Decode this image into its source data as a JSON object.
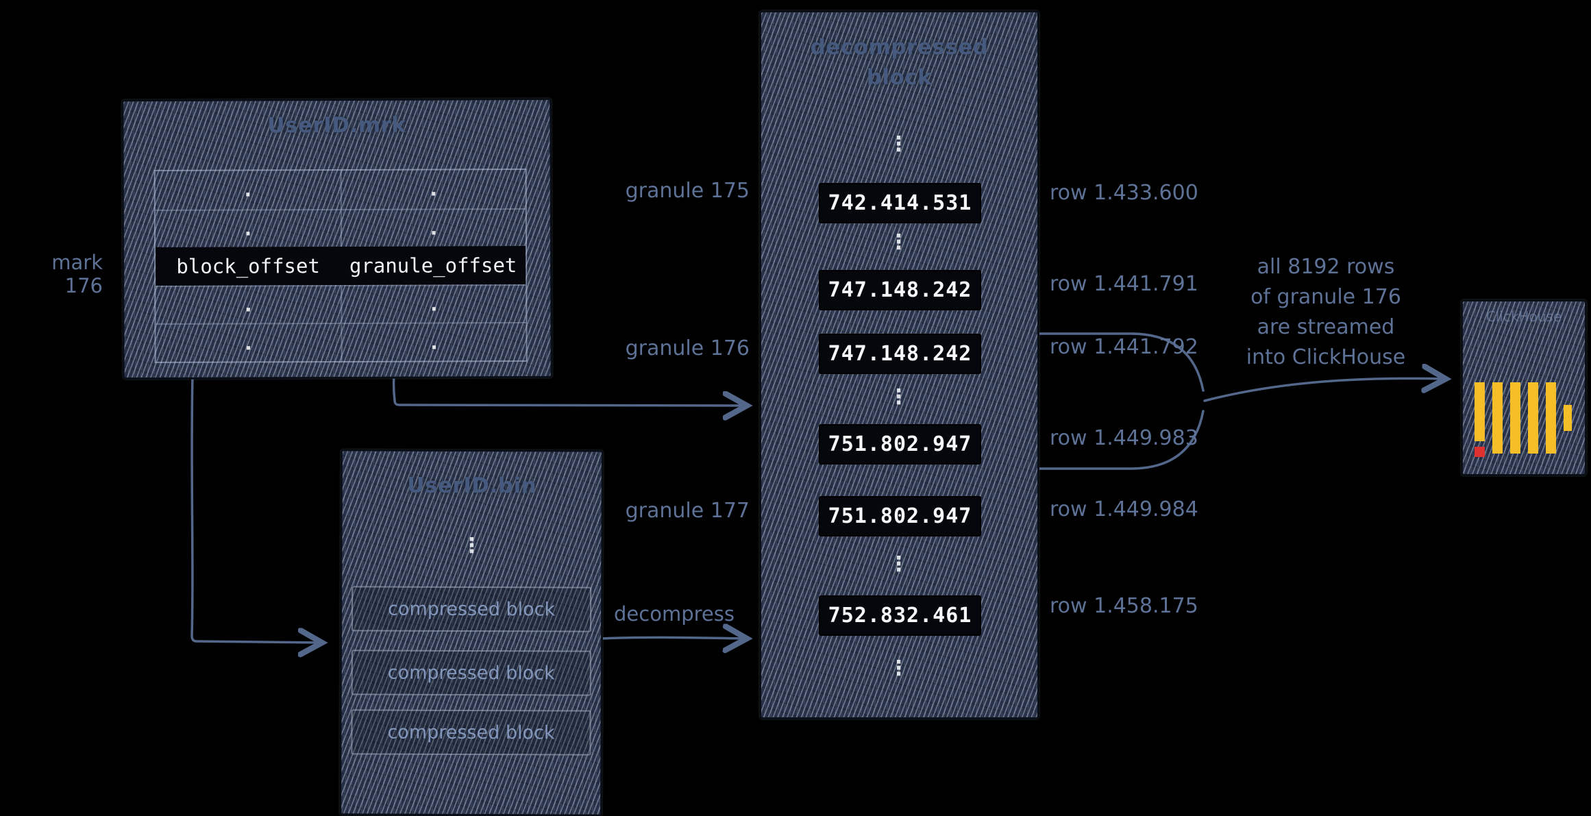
{
  "colors": {
    "background": "#000000",
    "box_fill": "#27324a",
    "label_blue": "#5d7296",
    "arrow": "#53678b",
    "value_text": "#f7f8fa",
    "bar_yellow": "#f6bf28",
    "accent_red": "#e03131"
  },
  "mrk_file": {
    "title": "UserID.mrk",
    "mark_label": "mark 176",
    "header": {
      "col1": "block_offset",
      "col2": "granule_offset"
    },
    "cell_dot": "."
  },
  "bin_file": {
    "title": "UserID.bin",
    "ellipsis": "⋮",
    "blocks": [
      "compressed block",
      "compressed block",
      "compressed block"
    ]
  },
  "block": {
    "title_line1": "decompressed",
    "title_line2": "block",
    "ellipsis": "⋮",
    "values": [
      "742.414.531",
      "747.148.242",
      "747.148.242",
      "751.802.947",
      "751.802.947",
      "752.832.461"
    ],
    "granules": [
      "granule 175",
      "granule 176",
      "granule 177"
    ],
    "rows": [
      "row 1.433.600",
      "row 1.441.791",
      "row 1.441.792",
      "row 1.449.983",
      "row 1.449.984",
      "row 1.458.175"
    ]
  },
  "decompress_label": "decompress",
  "note": {
    "line1": "all 8192 rows",
    "line2": "of granule 176",
    "line3": "are streamed",
    "line4": "into ClickHouse"
  },
  "clickhouse": {
    "label": "ClickHouse"
  }
}
